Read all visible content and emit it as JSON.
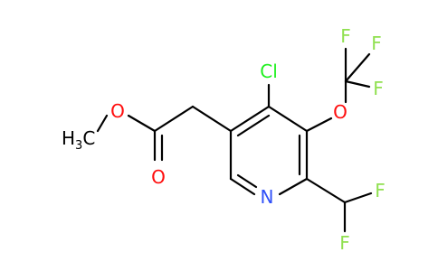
{
  "colors": {
    "carbon": "#000000",
    "oxygen": "#ff0d0d",
    "nitrogen": "#3050f8",
    "fluorine": "#90e050",
    "chlorine": "#1ff01f"
  },
  "atoms": {
    "cl": "Cl",
    "o_ether": "O",
    "o_carbonyl": "O",
    "o_ester": "O",
    "n_ring": "N",
    "f_top_left": "F",
    "f_top_right": "F",
    "f_right": "F",
    "f_upper": "F",
    "f_lower": "F",
    "methyl_h3": "H",
    "methyl_sub": "3",
    "methyl_c": "C"
  }
}
